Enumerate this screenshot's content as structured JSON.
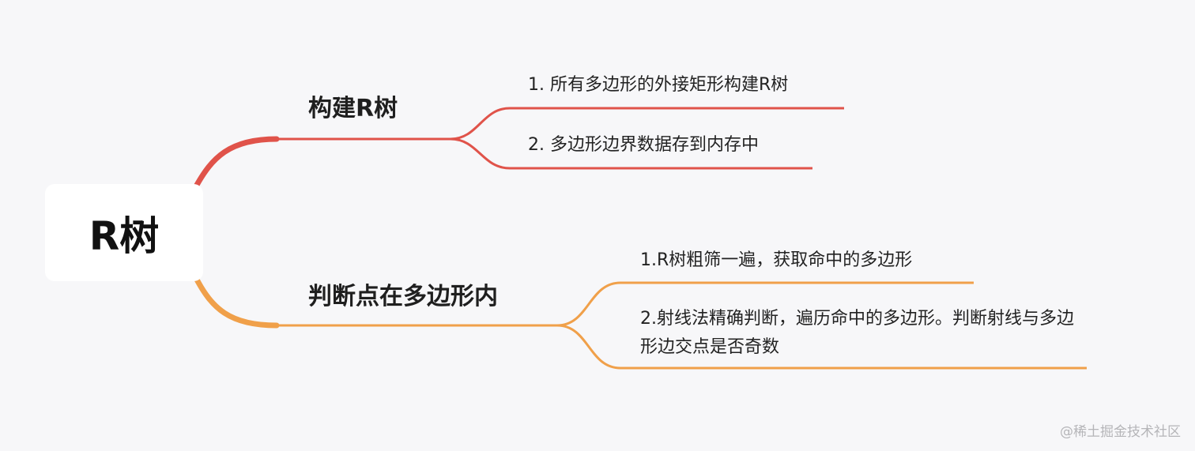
{
  "root": {
    "label": "R树"
  },
  "branches": [
    {
      "label": "构建R树",
      "color": "#e0534a",
      "children": [
        {
          "label": "1. 所有多边形的外接矩形构建R树"
        },
        {
          "label": "2. 多边形边界数据存到内存中"
        }
      ]
    },
    {
      "label": "判断点在多边形内",
      "color": "#f0a04a",
      "children": [
        {
          "label": "1.R树粗筛一遍，获取命中的多边形"
        },
        {
          "label": "2.射线法精确判断，遍历命中的多边形。判断射线与多边形边交点是否奇数"
        }
      ]
    }
  ],
  "watermark": "@稀土掘金技术社区"
}
